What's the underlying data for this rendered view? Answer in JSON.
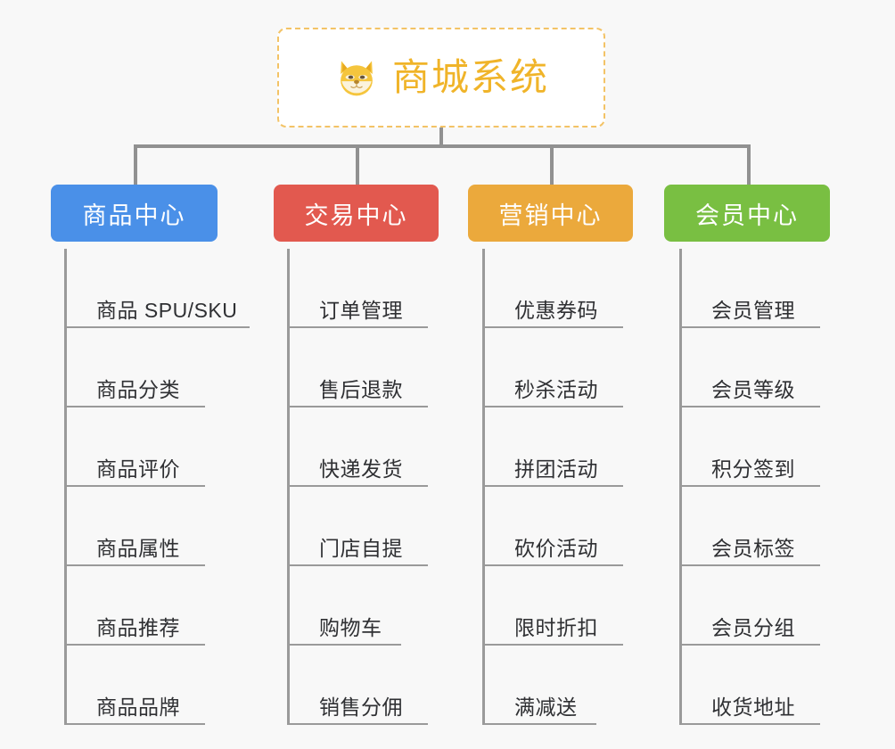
{
  "diagram": {
    "title": "商城系统",
    "root_icon": "shiba-dog-icon",
    "background_color": "#f8f8f8",
    "connector_color": "#919191",
    "root_border_color": "#f3c366",
    "root_title_color": "#f0b429",
    "columns": [
      {
        "label": "商品中心",
        "color": "#4a90e8",
        "items": [
          "商品 SPU/SKU",
          "商品分类",
          "商品评价",
          "商品属性",
          "商品推荐",
          "商品品牌"
        ]
      },
      {
        "label": "交易中心",
        "color": "#e2594f",
        "items": [
          "订单管理",
          "售后退款",
          "快递发货",
          "门店自提",
          "购物车",
          "销售分佣"
        ]
      },
      {
        "label": "营销中心",
        "color": "#eba93c",
        "items": [
          "优惠券码",
          "秒杀活动",
          "拼团活动",
          "砍价活动",
          "限时折扣",
          "满减送"
        ]
      },
      {
        "label": "会员中心",
        "color": "#79bf42",
        "items": [
          "会员管理",
          "会员等级",
          "积分签到",
          "会员标签",
          "会员分组",
          "收货地址"
        ]
      }
    ]
  }
}
